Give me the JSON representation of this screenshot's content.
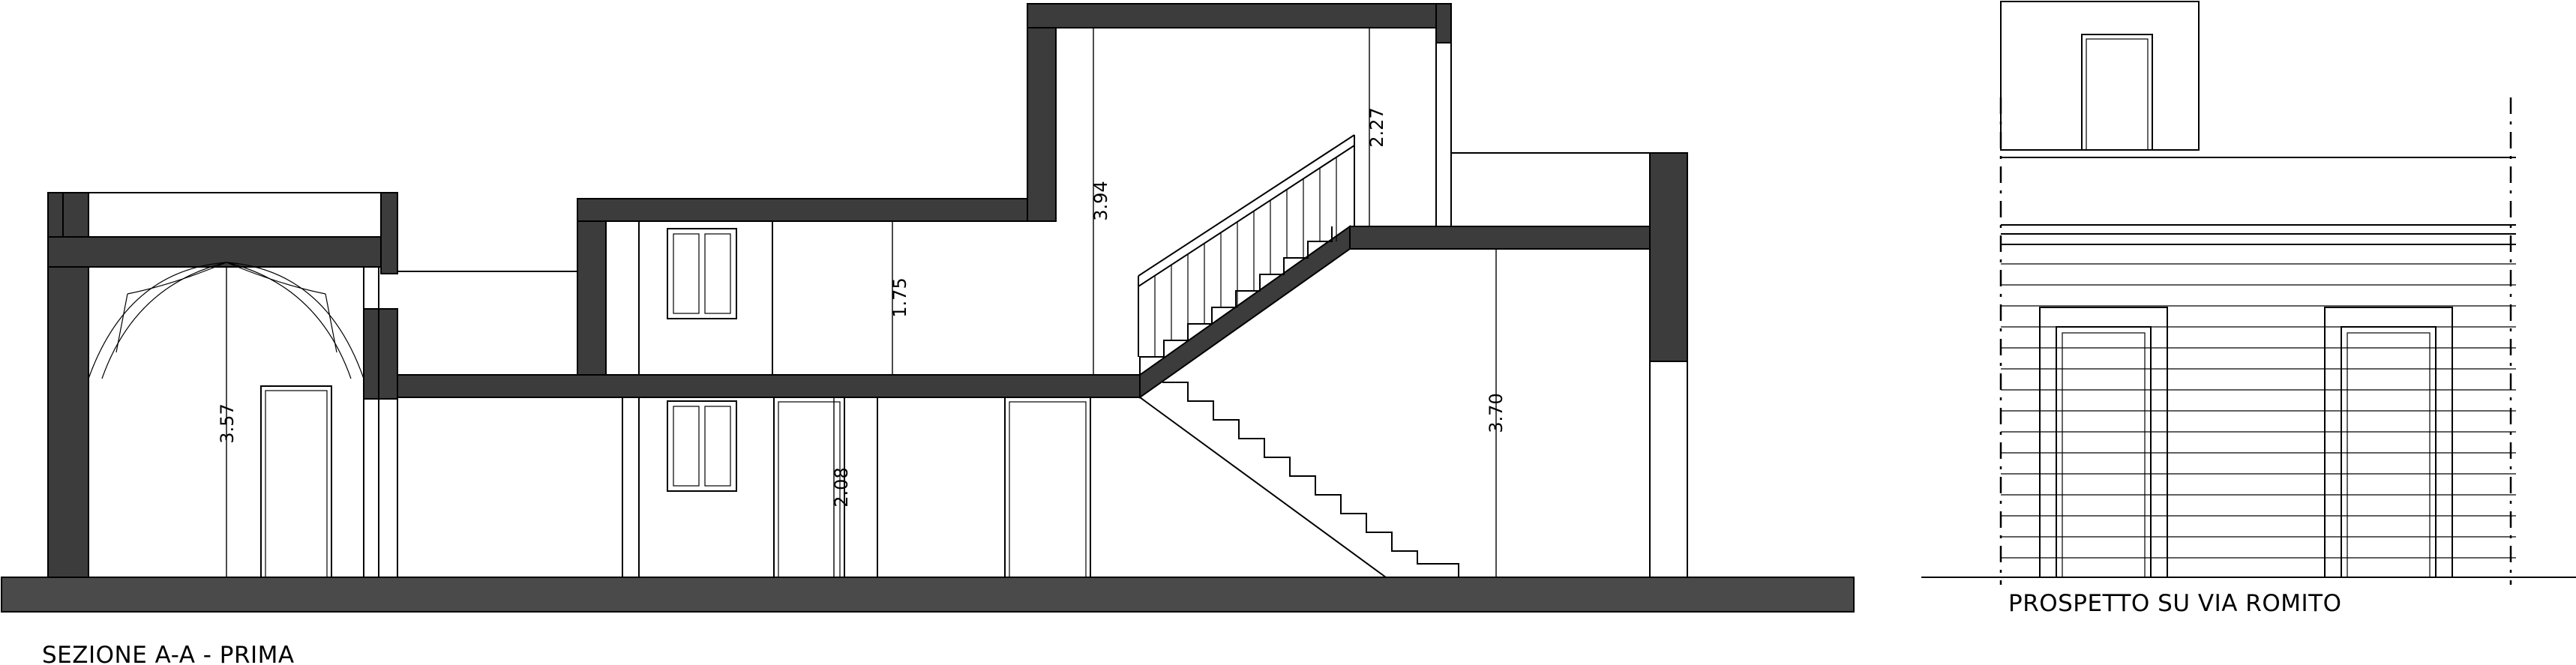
{
  "captions": {
    "section": "SEZIONE A-A  - PRIMA",
    "elevation": "PROSPETTO SU VIA ROMITO"
  },
  "dimensions": {
    "d357": "3.57",
    "d175": "1.75",
    "d394": "3.94",
    "d227": "2.27",
    "d208": "2.08",
    "d370": "3.70"
  },
  "colors": {
    "wall_fill": "#3c3c3c",
    "ground_fill": "#4a4a4a",
    "line": "#000000"
  }
}
